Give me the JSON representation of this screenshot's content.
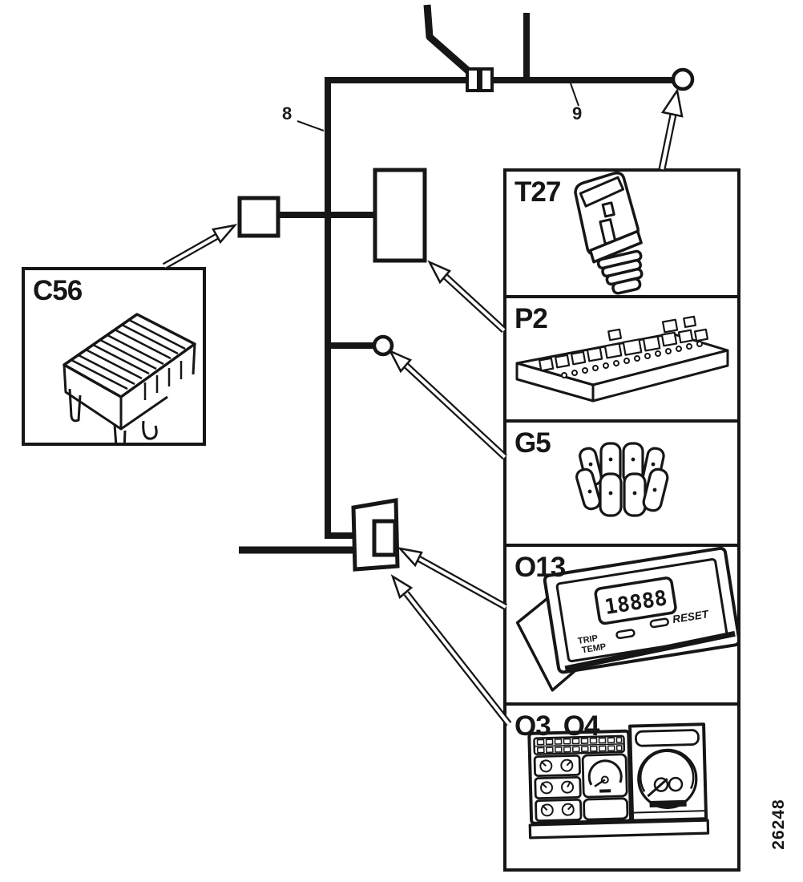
{
  "paper_color": "#ffffff",
  "ink_color": "#161616",
  "wire_labels": {
    "eight": "8",
    "nine": "9"
  },
  "doc_number": "26248",
  "components": {
    "c56": {
      "label": "C56"
    },
    "t27": {
      "label": "T27"
    },
    "p2": {
      "label": "P2"
    },
    "g5": {
      "label": "G5"
    },
    "o13": {
      "label": "O13",
      "display_value": "18888",
      "trip_label": "TRIP",
      "temp_label": "TEMP",
      "reset_label": "RESET"
    },
    "o3o4": {
      "label_o3": "O3",
      "label_o4": "O4"
    }
  }
}
